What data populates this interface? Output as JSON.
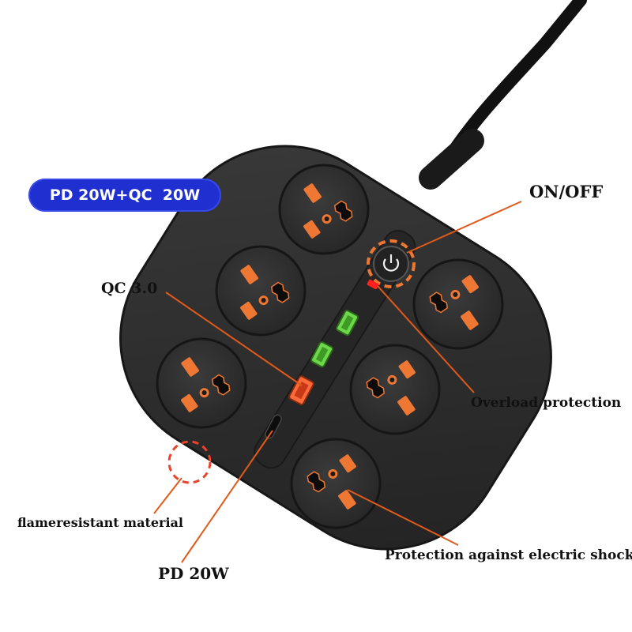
{
  "badge": {
    "text": "PD 20W+QC  20W"
  },
  "labels": {
    "on_off": "ON/OFF",
    "qc": "QC 3.0",
    "overload": "Overload protection",
    "flame": "flameresistant material",
    "pd": "PD 20W",
    "shock": "Protection against electric shock"
  },
  "colors": {
    "body": "#2a2a2a",
    "socket_face": "#333333",
    "pin": "#ee7733",
    "badge": "#1f2fd0",
    "callout_line": "#e05a1a",
    "usb_qc": "#6dd84a",
    "usb_pd": "#ff6a3a",
    "indicator": "#ff2020",
    "dashed_ring": "#e8432a"
  }
}
